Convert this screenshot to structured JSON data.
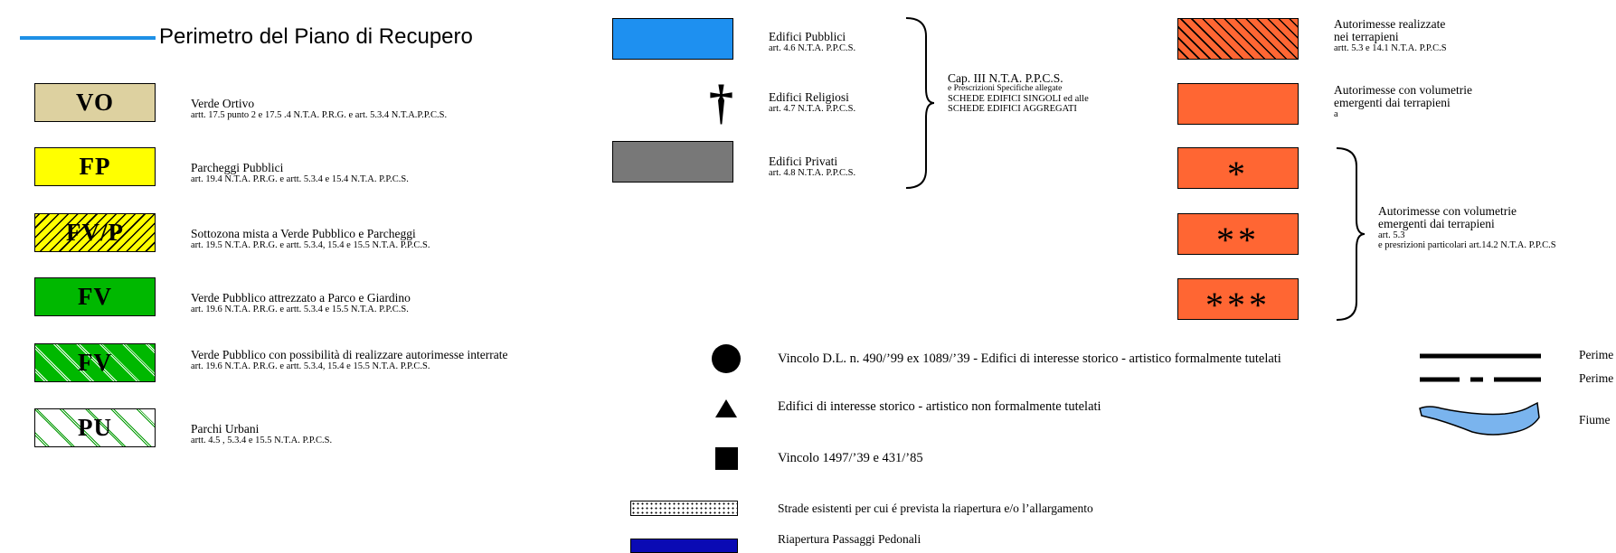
{
  "perimeter": {
    "label": "Perimetro del Piano di Recupero",
    "color": "#1e90e6"
  },
  "zones": [
    {
      "code": "VO",
      "title": "Verde Ortivo",
      "ref": "artt. 17.5 punto 2 e 17.5 .4 N.T.A. P.R.G. e art. 5.3.4 N.T.A.P.P.C.S.",
      "color": "#ddd1a0"
    },
    {
      "code": "FP",
      "title": "Parcheggi Pubblici",
      "ref": "art. 19.4 N.T.A. P.R.G. e artt. 5.3.4 e 15.4 N.T.A. P.P.C.S.",
      "color": "#ffff00"
    },
    {
      "code": "FV/P",
      "title": "Sottozona mista a Verde Pubblico e Parcheggi",
      "ref": "art. 19.5 N.T.A. P.R.G. e artt. 5.3.4, 15.4 e 15.5 N.T.A. P.P.C.S.",
      "color": "#ffff00"
    },
    {
      "code": "FV",
      "title": "Verde Pubblico attrezzato a Parco e Giardino",
      "ref": "art. 19.6 N.T.A. P.R.G. e artt. 5.3.4 e 15.5 N.T.A. P.P.C.S.",
      "color": "#00b800"
    },
    {
      "code": "FV",
      "title": "Verde Pubblico con possibilità di realizzare autorimesse interrate",
      "ref": "art. 19.6 N.T.A. P.R.G. e artt. 5.3.4, 15.4 e 15.5 N.T.A. P.P.C.S.",
      "color": "#00b800"
    },
    {
      "code": "PU",
      "title": "Parchi Urbani",
      "ref": "artt. 4.5 , 5.3.4 e 15.5 N.T.A. P.P.C.S.",
      "color": "#ffffff"
    }
  ],
  "buildings": [
    {
      "title": "Edifici Pubblici",
      "ref": "art. 4.6 N.T.A. P.P.C.S.",
      "color": "#1e90f0"
    },
    {
      "title": "Edifici Religiosi",
      "ref": "art. 4.7 N.T.A. P.P.C.S.",
      "symbol": "†"
    },
    {
      "title": "Edifici Privati",
      "ref": "art. 4.8 N.T.A. P.P.C.S.",
      "color": "#787878"
    }
  ],
  "brace_note": {
    "line1": "Cap. III N.T.A. P.P.C.S.",
    "line2": "e Prescrizioni Specifiche allegate",
    "line3": "SCHEDE EDIFICI SINGOLI ed alle",
    "line4": "SCHEDE EDIFICI AGGREGATI"
  },
  "garages": [
    {
      "line1": "Autorimesse realizzate",
      "line2": "nei terrapieni",
      "line3": "artt. 5.3 e 14.1 N.T.A. P.P.C.S",
      "color": "#ff6633"
    },
    {
      "line1": "Autorimesse con volumetrie",
      "line2": "emergenti dai terrapieni",
      "line3": "a",
      "color": "#ff6633"
    }
  ],
  "star_swatches": [
    "*",
    "**",
    "***"
  ],
  "star_note": {
    "line1": "Autorimesse con volumetrie",
    "line2": "emergenti dai terrapieni",
    "line3": "art. 5.3",
    "line4": "e presrizioni particolari art.14.2 N.T.A. P.P.C.S"
  },
  "constraints": [
    {
      "icon": "circle-icon",
      "text": "Vincolo D.L. n. 490/’99 ex 1089/’39 - Edifici di interesse storico - artistico formalmente tutelati"
    },
    {
      "icon": "triangle-icon",
      "text": "Edifici di interesse storico - artistico non formalmente tutelati"
    },
    {
      "icon": "square-icon",
      "text": "Vincolo 1497/’39 e 431/’85"
    },
    {
      "icon": "dotted-road-icon",
      "text": "Strade esistenti per cui é prevista la riapertura e/o l’allargamento"
    },
    {
      "icon": "blue-bar-icon",
      "text": "Riapertura Passaggi Pedonali"
    }
  ],
  "right_lines": [
    {
      "label": "Perime"
    },
    {
      "label": "Perime"
    },
    {
      "label": "Fiume"
    }
  ],
  "colors": {
    "orange": "#ff6633",
    "blue_bar": "#0a0ab4",
    "river": "#7ab4ee"
  }
}
